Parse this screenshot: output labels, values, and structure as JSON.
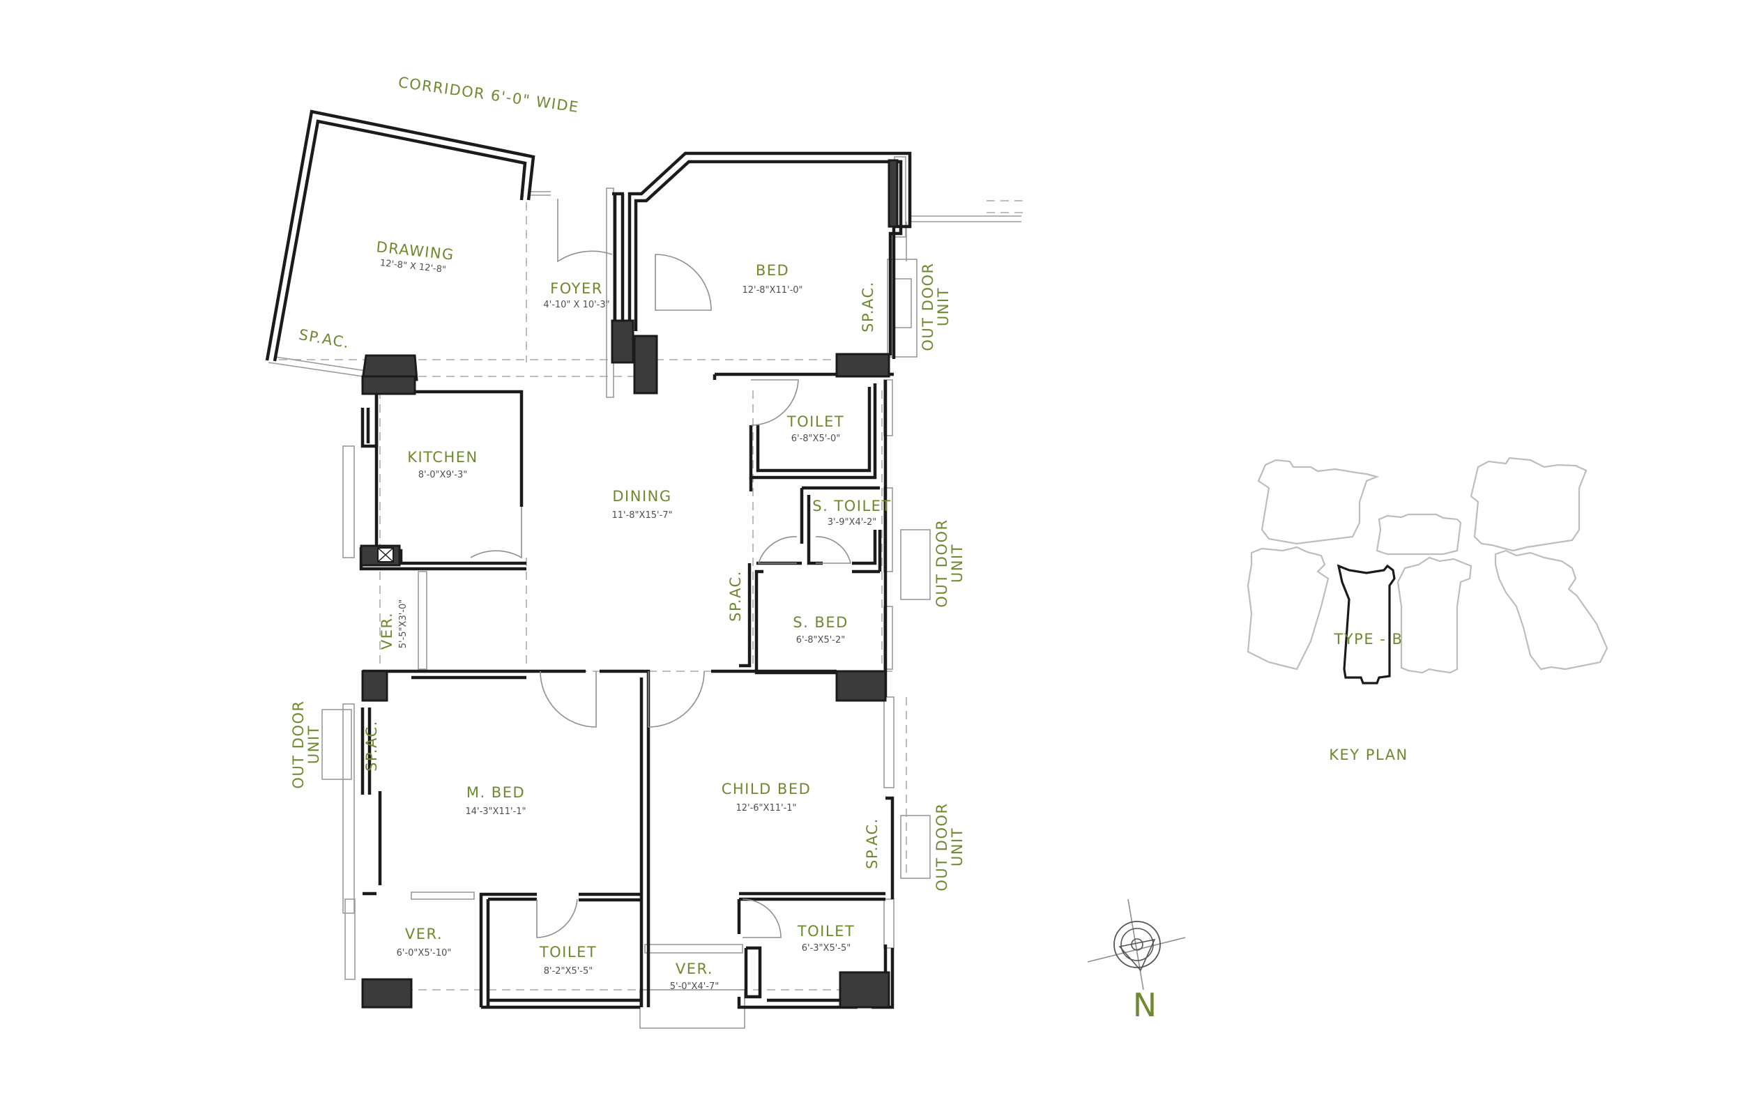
{
  "corridor": {
    "label": "CORRIDOR 6'-0\" WIDE"
  },
  "rooms": {
    "drawing": {
      "name": "DRAWING",
      "size": "12'-8\" X 12'-8\""
    },
    "foyer": {
      "name": "FOYER",
      "size": "4'-10\" X 10'-3\""
    },
    "bed": {
      "name": "BED",
      "size": "12'-8\"X11'-0\""
    },
    "toilet1": {
      "name": "TOILET",
      "size": "6'-8\"X5'-0\""
    },
    "kitchen": {
      "name": "KITCHEN",
      "size": "8'-0\"X9'-3\""
    },
    "dining": {
      "name": "DINING",
      "size": "11'-8\"X15'-7\""
    },
    "stoilet": {
      "name": "S. TOILET",
      "size": "3'-9\"X4'-2\""
    },
    "sbed": {
      "name": "S. BED",
      "size": "6'-8\"X5'-2\""
    },
    "ver1": {
      "name": "VER.",
      "size": "5'-5\"X3'-0\""
    },
    "mbed": {
      "name": "M. BED",
      "size": "14'-3\"X11'-1\""
    },
    "childbed": {
      "name": "CHILD BED",
      "size": "12'-6\"X11'-1\""
    },
    "ver2": {
      "name": "VER.",
      "size": "6'-0\"X5'-10\""
    },
    "toilet2": {
      "name": "TOILET",
      "size": "8'-2\"X5'-5\""
    },
    "ver3": {
      "name": "VER.",
      "size": "5'-0\"X4'-7\""
    },
    "toilet3": {
      "name": "TOILET",
      "size": "6'-3\"X5'-5\""
    }
  },
  "spac": {
    "label": "SP.AC."
  },
  "outdoor": {
    "line1": "OUT DOOR",
    "line2": "UNIT"
  },
  "keyplan": {
    "title": "KEY PLAN",
    "type_label": "TYPE - B"
  },
  "compass": {
    "north": "N"
  },
  "colors": {
    "label": "#6e8a2e",
    "wall": "#1b1b1b",
    "fixture": "#3b3b3b",
    "guide": "#b5b5b5"
  }
}
